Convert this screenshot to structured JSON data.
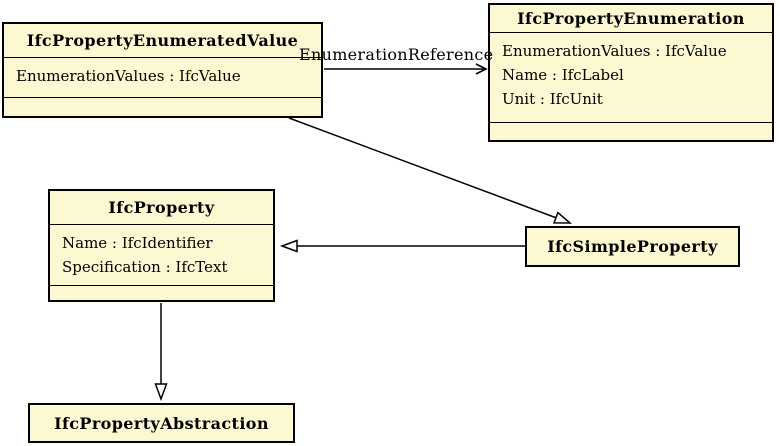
{
  "diagram": {
    "kind": "uml-class-diagram",
    "colors": {
      "box_fill": "#FBF8D2",
      "border": "#000000",
      "background": "#FFFFFF"
    },
    "classes": [
      {
        "name": "IfcPropertyEnumeratedValue",
        "attributes": [
          "EnumerationValues : IfcValue"
        ]
      },
      {
        "name": "IfcPropertyEnumeration",
        "attributes": [
          "EnumerationValues : IfcValue",
          "Name : IfcLabel",
          "Unit : IfcUnit"
        ]
      },
      {
        "name": "IfcProperty",
        "attributes": [
          "Name : IfcIdentifier",
          "Specification : IfcText"
        ]
      },
      {
        "name": "IfcSimpleProperty",
        "attributes": []
      },
      {
        "name": "IfcPropertyAbstraction",
        "attributes": []
      }
    ],
    "relationships": [
      {
        "type": "association",
        "label": "EnumerationReference",
        "from": "IfcPropertyEnumeratedValue",
        "to": "IfcPropertyEnumeration"
      },
      {
        "type": "generalization",
        "label": "",
        "from": "IfcPropertyEnumeratedValue",
        "to": "IfcSimpleProperty"
      },
      {
        "type": "generalization",
        "label": "",
        "from": "IfcSimpleProperty",
        "to": "IfcProperty"
      },
      {
        "type": "generalization",
        "label": "",
        "from": "IfcProperty",
        "to": "IfcPropertyAbstraction"
      }
    ]
  }
}
